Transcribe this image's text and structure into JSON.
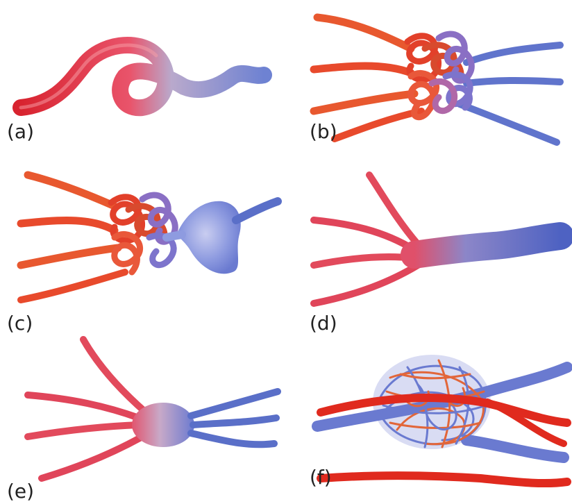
{
  "panels": [
    {
      "id": "a",
      "label": "(a)"
    },
    {
      "id": "b",
      "label": "(b)"
    },
    {
      "id": "c",
      "label": "(c)"
    },
    {
      "id": "d",
      "label": "(d)"
    },
    {
      "id": "e",
      "label": "(e)"
    },
    {
      "id": "f",
      "label": "(f)"
    }
  ],
  "colors": {
    "artery": "#d8232f",
    "artery_light": "#f06a6a",
    "artery_orange": "#e65a2e",
    "vein": "#5a6fc8",
    "vein_light": "#a9b4e6",
    "nidus_purple": "#8a6fc4"
  }
}
